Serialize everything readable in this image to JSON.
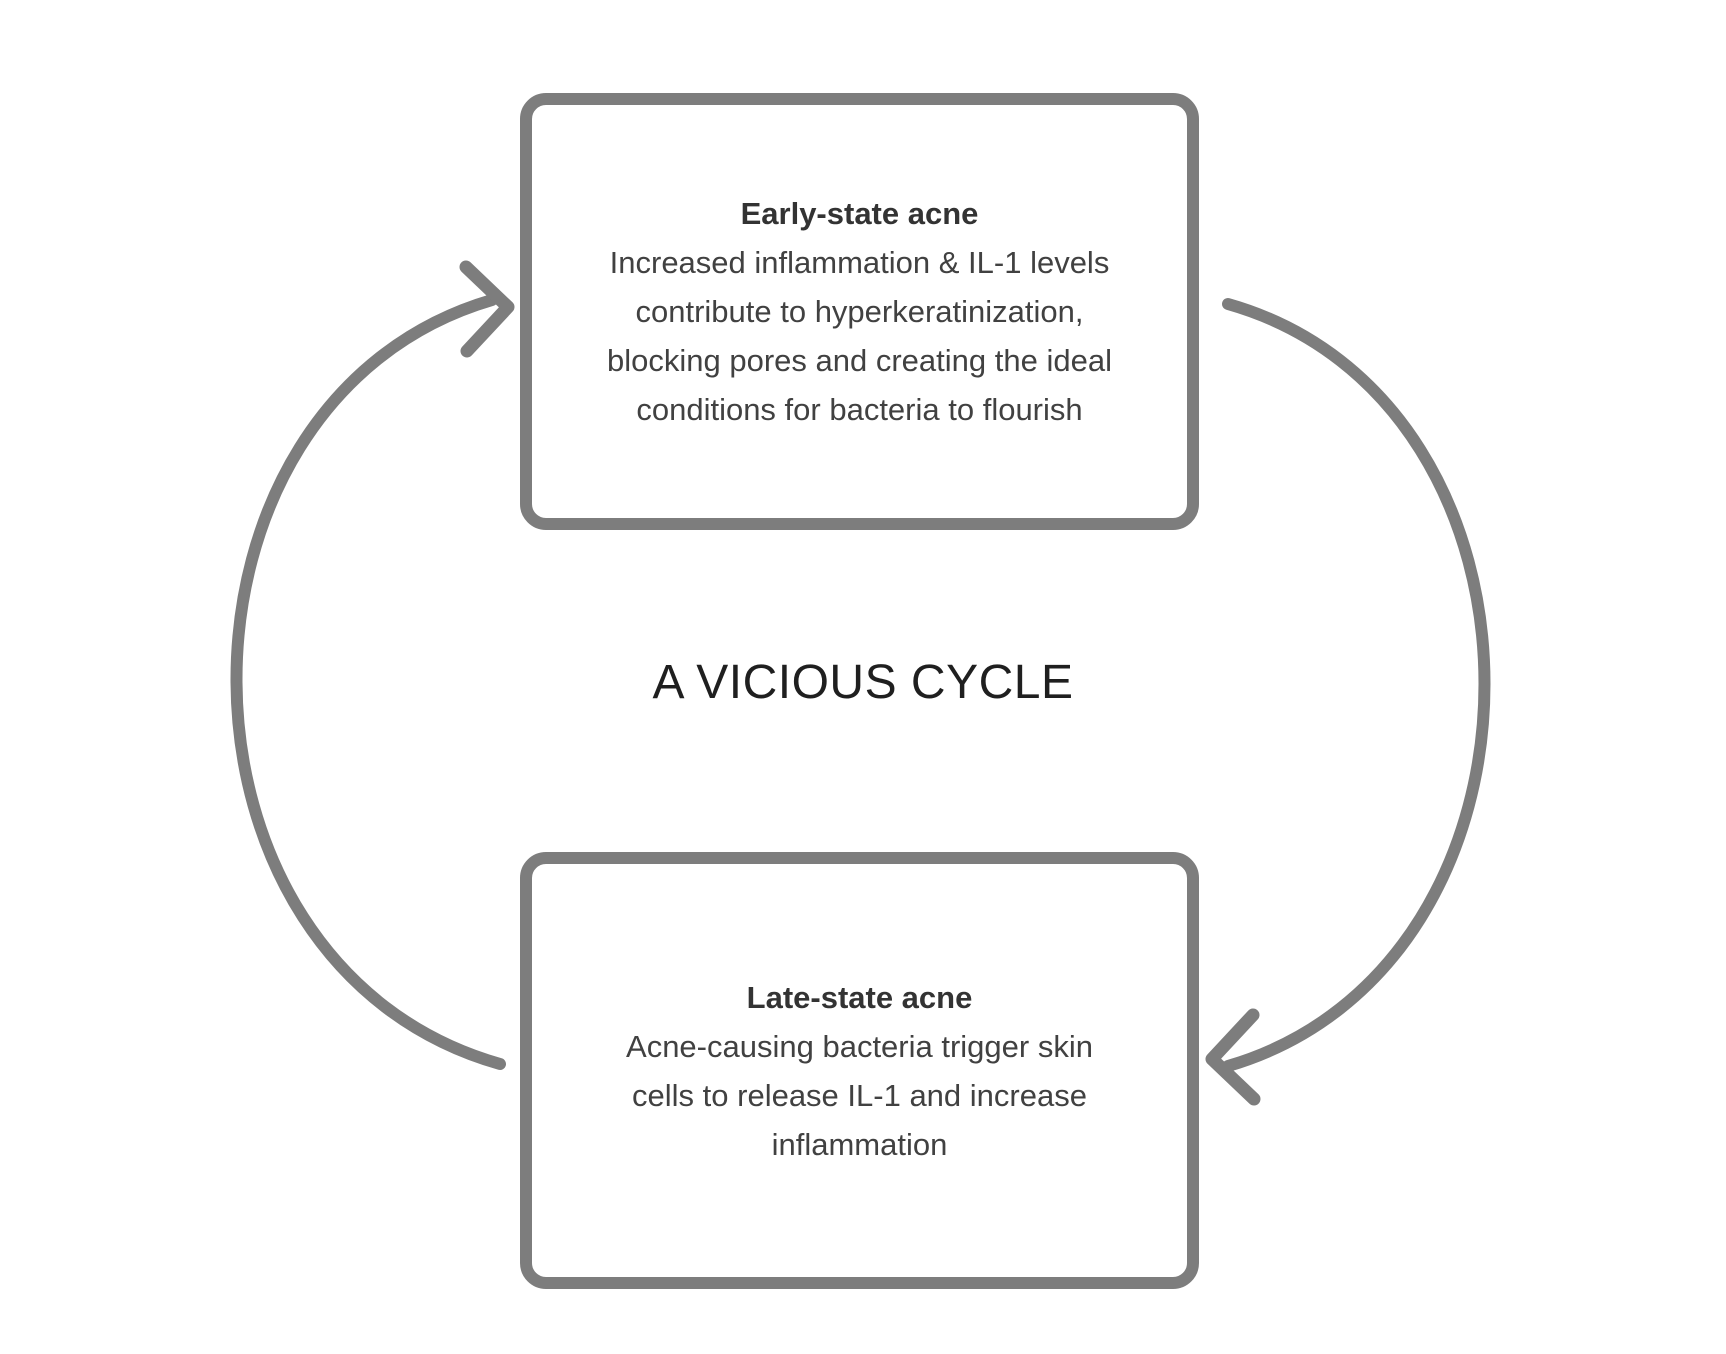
{
  "title": "A VICIOUS CYCLE",
  "boxes": {
    "early": {
      "heading": "Early-state acne",
      "body": [
        "Increased inflammation & IL-1 levels",
        "contribute to hyperkeratinization,",
        "blocking pores and creating the ideal",
        "conditions for bacteria to flourish"
      ]
    },
    "late": {
      "heading": "Late-state acne",
      "body": [
        "Acne-causing bacteria trigger skin",
        "cells to release IL-1 and increase",
        "inflammation"
      ]
    }
  },
  "icons": {
    "left_arrow": "curved-arrow-up-icon",
    "right_arrow": "curved-arrow-down-icon"
  },
  "colors": {
    "background": "#ffffff",
    "box_border_gray": "#7d7d7d",
    "arrow_gray": "#7d7d7d",
    "heading_text": "#333333",
    "body_text": "#414141",
    "title_text": "#1f1f1f"
  }
}
